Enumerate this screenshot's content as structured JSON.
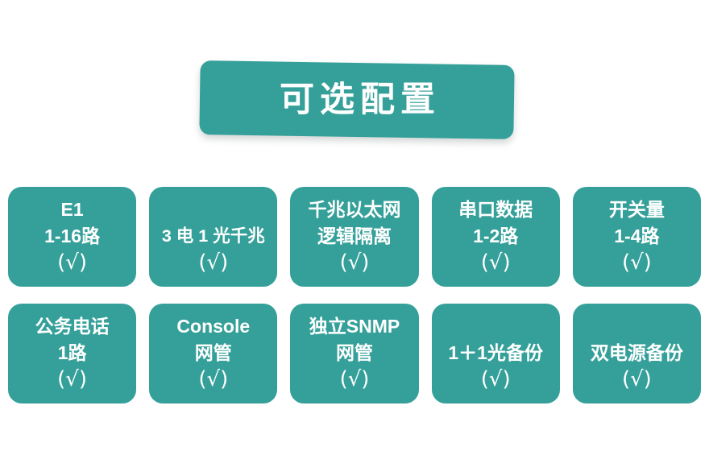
{
  "banner": {
    "title": "可选配置",
    "color": "#35a099",
    "text_color": "#ffffff"
  },
  "theme": {
    "accent": "#35a099",
    "background": "#ffffff",
    "card_text": "#ffffff"
  },
  "cards": [
    {
      "id": "e1",
      "lines": [
        "E1",
        "1-16路"
      ],
      "check": "(√)"
    },
    {
      "id": "3dian-1guang-qianzhao",
      "lines": [
        "3 电 1 光千兆"
      ],
      "check": "(√)"
    },
    {
      "id": "qianzhao-yitaiwang-luoji-geli",
      "lines": [
        "千兆以太网",
        "逻辑隔离"
      ],
      "check": "(√)"
    },
    {
      "id": "chuankou-shuju",
      "lines": [
        "串口数据",
        "1-2路"
      ],
      "check": "(√)"
    },
    {
      "id": "kaiguanliang",
      "lines": [
        "开关量",
        "1-4路"
      ],
      "check": "(√)"
    },
    {
      "id": "gongwu-dianhua",
      "lines": [
        "公务电话",
        "1路"
      ],
      "check": "(√)"
    },
    {
      "id": "console-wangguan",
      "lines": [
        "Console",
        "网管"
      ],
      "check": "(√)"
    },
    {
      "id": "duli-snmp-wangguan",
      "lines": [
        "独立SNMP",
        "网管"
      ],
      "check": "(√)"
    },
    {
      "id": "1plus1-guang-beifen",
      "lines": [
        "1＋1光备份"
      ],
      "check": "(√)"
    },
    {
      "id": "shuang-dianyuan-beifen",
      "lines": [
        "双电源备份"
      ],
      "check": "(√)"
    }
  ]
}
